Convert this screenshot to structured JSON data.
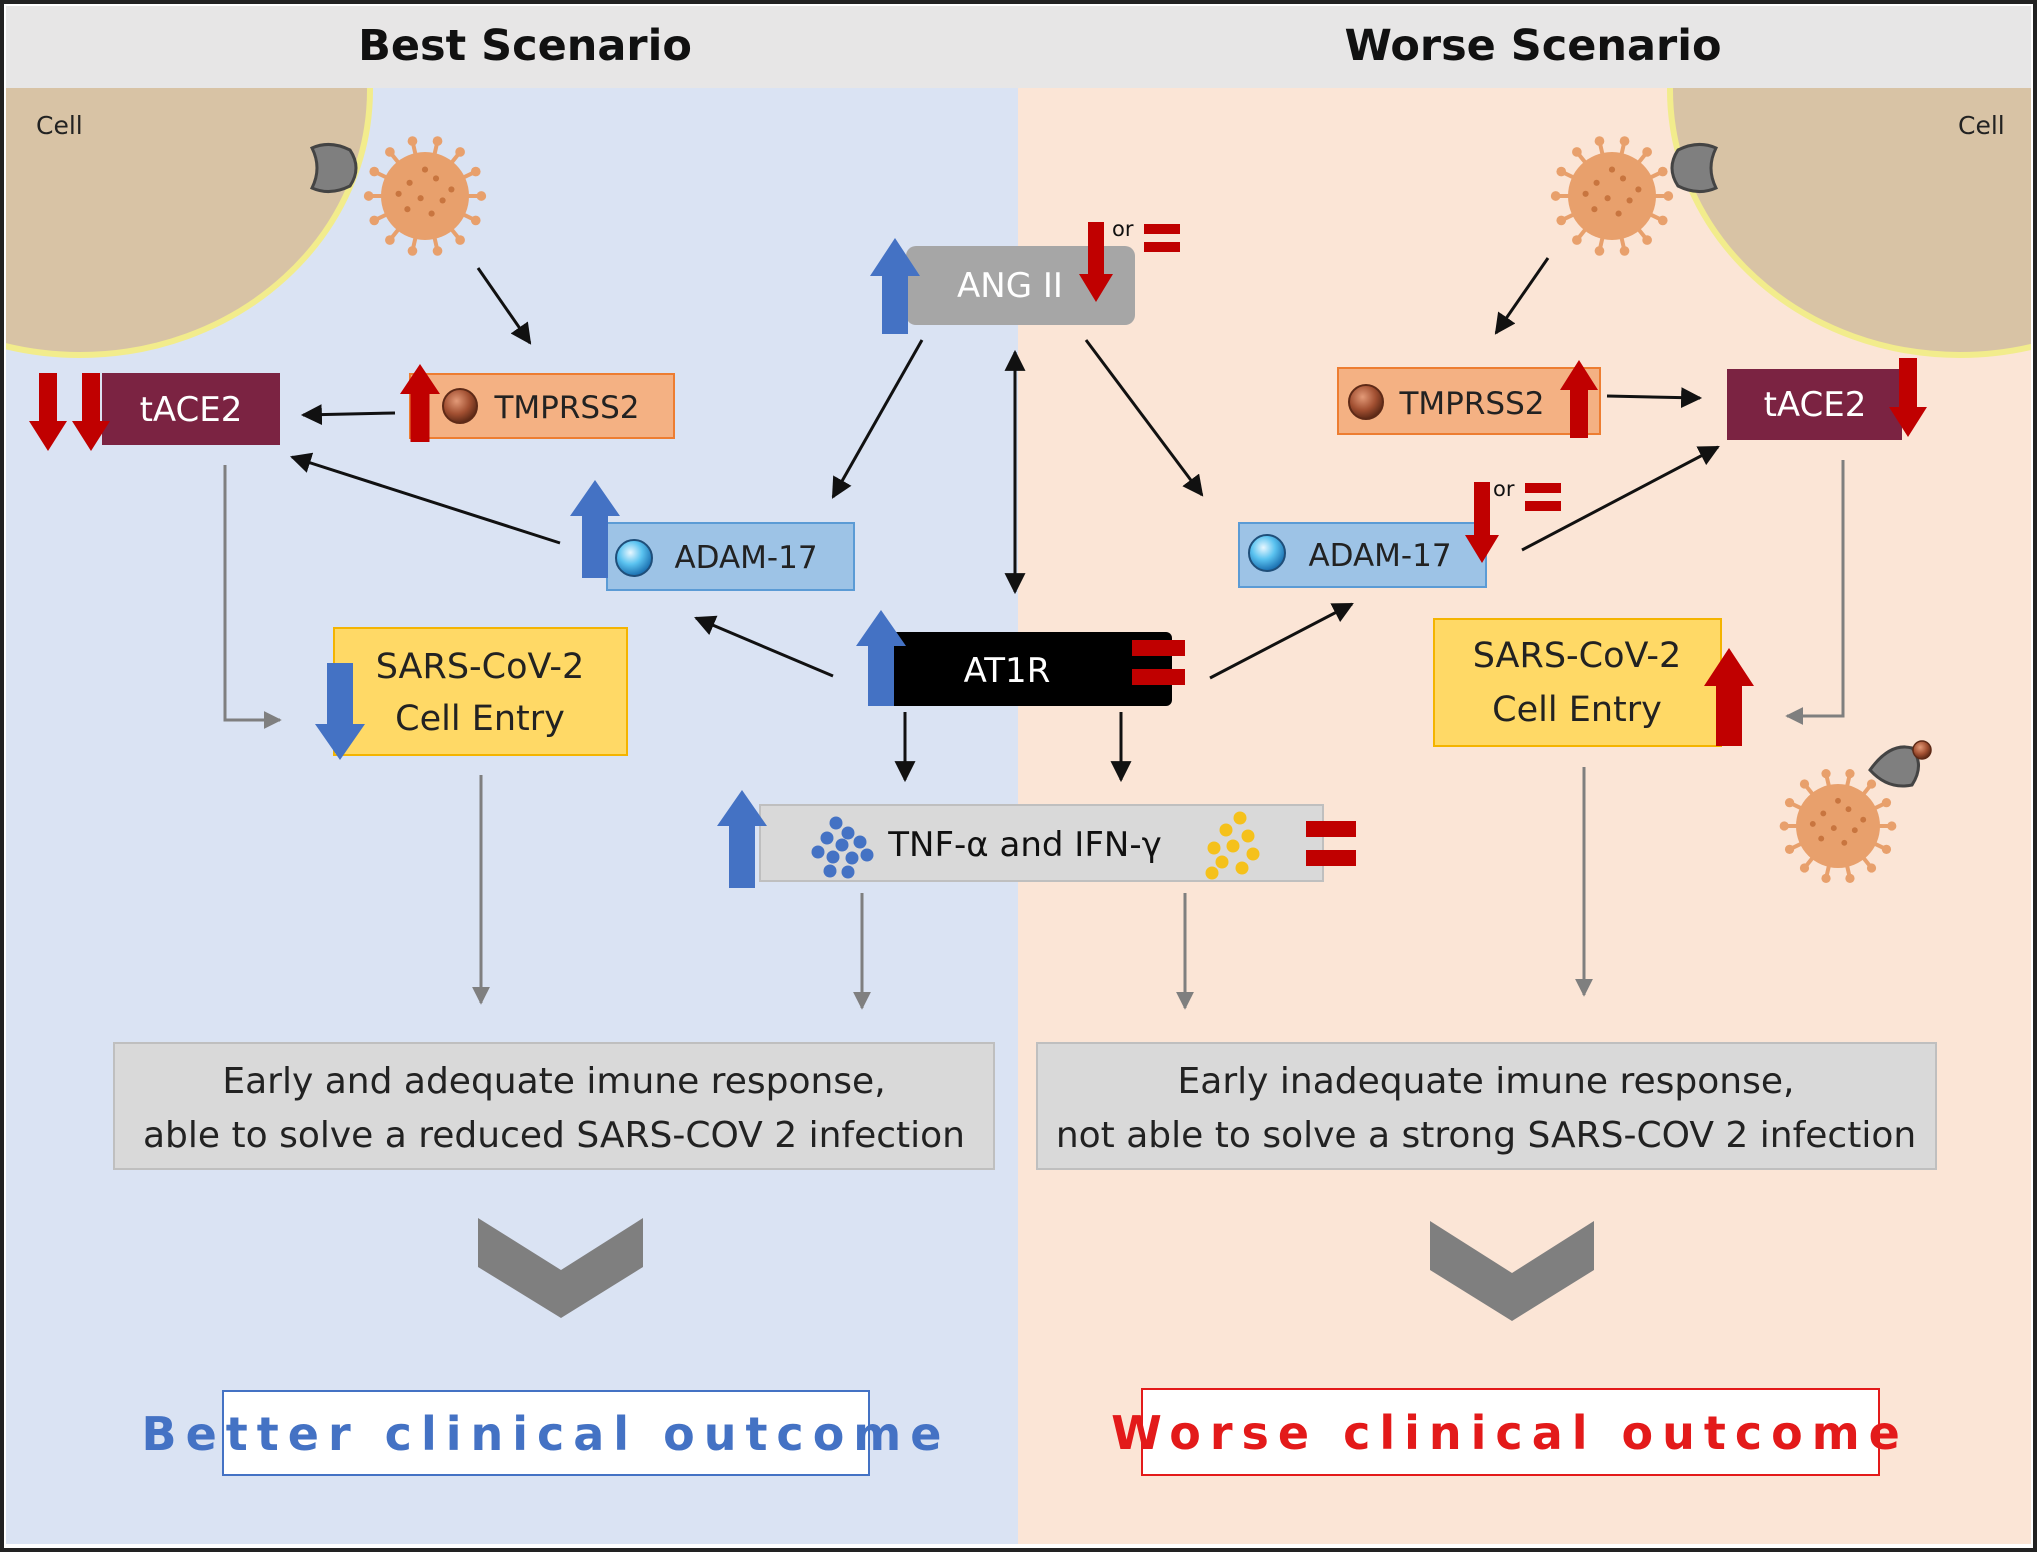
{
  "headers": {
    "left": "Best Scenario",
    "right": "Worse Scenario"
  },
  "cells": {
    "left_label": "Cell",
    "right_label": "Cell"
  },
  "nodes": {
    "ang2": "ANG II",
    "at1r": "AT1R",
    "cytokines": "TNF-α and IFN-γ",
    "left_tace2": "tACE2",
    "left_tmprss2": "TMPRSS2",
    "left_adam17": "ADAM-17",
    "left_entry_line1": "SARS-CoV-2",
    "left_entry_line2": "Cell Entry",
    "right_tace2": "tACE2",
    "right_tmprss2": "TMPRSS2",
    "right_adam17": "ADAM-17",
    "right_entry_line1": "SARS-CoV-2",
    "right_entry_line2": "Cell Entry"
  },
  "or_labels": {
    "ang2": "or",
    "adam17": "or"
  },
  "responses": {
    "left_line1": "Early and adequate imune response,",
    "left_line2": "able to solve a reduced SARS-COV 2 infection",
    "right_line1": "Early inadequate imune response,",
    "right_line2": "not able to solve a strong SARS-COV 2 infection"
  },
  "outcomes": {
    "left": "Better clinical outcome",
    "right": "Worse clinical outcome"
  },
  "colors": {
    "left_bg": "#dae3f3",
    "right_bg": "#fbe5d6",
    "header_bg": "#e7e6e6",
    "blue_arrow": "#4472c4",
    "red_arrow": "#c00000",
    "tace2": "#7b2342",
    "tmprss2": "#f4b183",
    "adam17": "#9dc3e6",
    "entry": "#ffd966",
    "virus": "#e8a06c",
    "cell": "#d8c3a5",
    "membrane": "#f2ec8c",
    "better_text": "#4472c4",
    "worse_text": "#e31a1a"
  }
}
